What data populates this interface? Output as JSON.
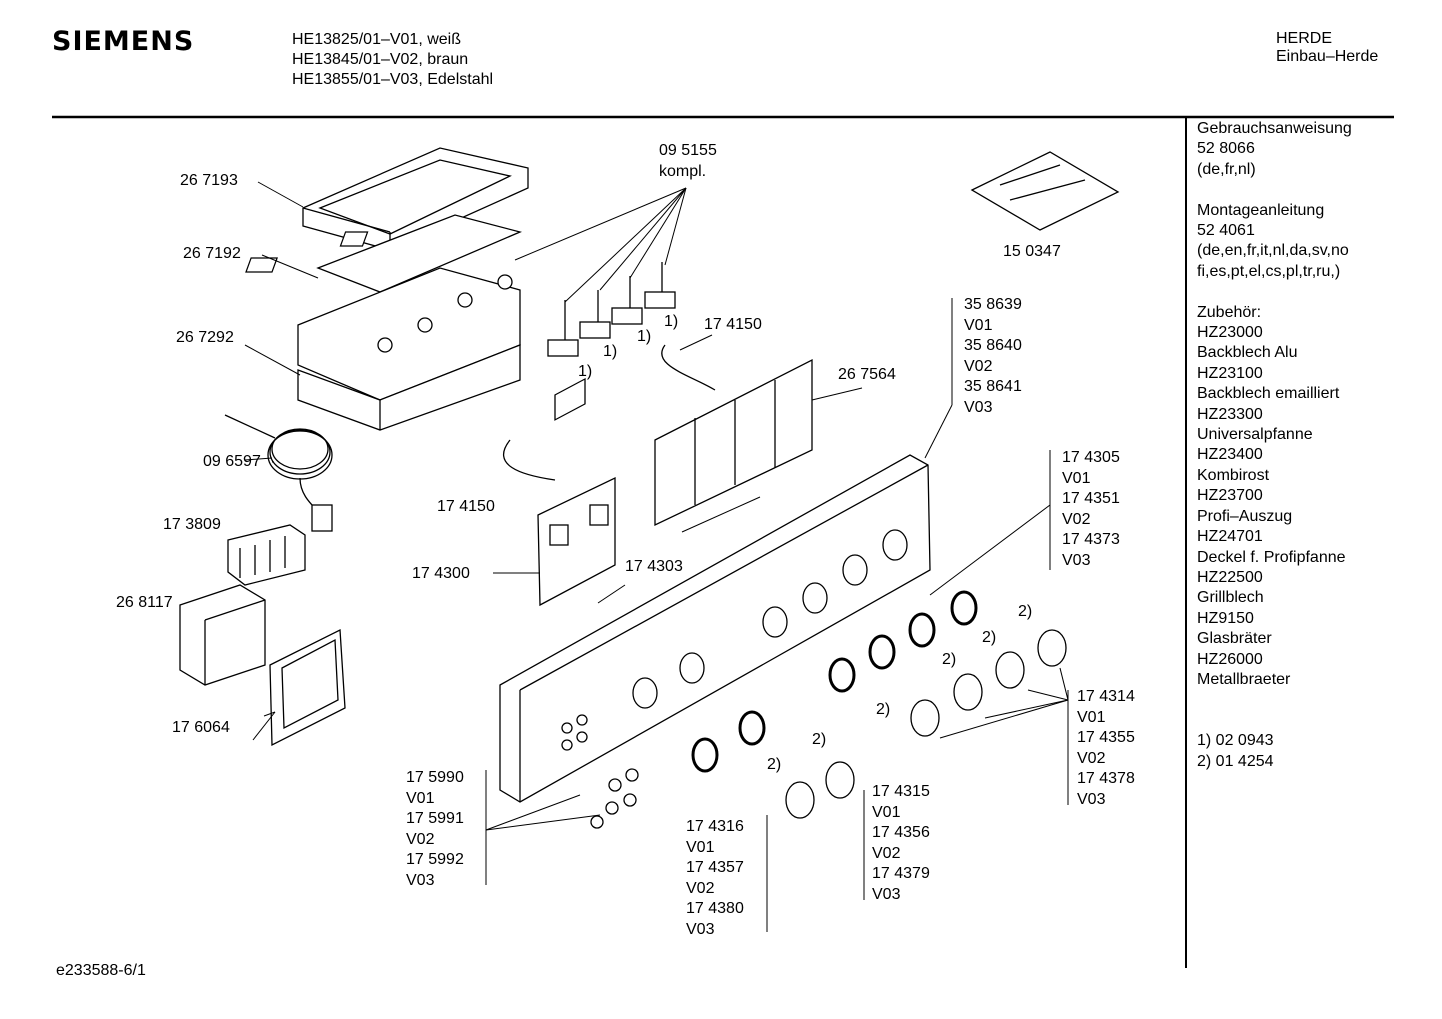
{
  "header": {
    "brand": "SIEMENS",
    "models": [
      "HE13825/01–V01, weiß",
      "HE13845/01–V02, braun",
      "HE13855/01–V03, Edelstahl"
    ],
    "category": [
      "HERDE",
      "Einbau–Herde"
    ]
  },
  "footer": {
    "code": "e233588-6/1"
  },
  "sidebar": {
    "blocks": [
      [
        "Gebrauchsanweisung",
        "52 8066",
        "(de,fr,nl)"
      ],
      [
        "Montageanleitung",
        "52 4061",
        "(de,en,fr,it,nl,da,sv,no",
        "fi,es,pt,el,cs,pl,tr,ru,)"
      ],
      [
        "Zubehör:",
        "HZ23000",
        "Backblech Alu",
        "HZ23100",
        "Backblech emailliert",
        "HZ23300",
        "Universalpfanne",
        "HZ23400",
        "Kombirost",
        "HZ23700",
        "Profi–Auszug",
        "HZ24701",
        "Deckel f. Profipfanne",
        "HZ22500",
        "Grillblech",
        "HZ9150",
        "Glasbräter",
        "HZ26000",
        "Metallbraeter"
      ],
      [
        "1) 02 0943",
        "2) 01 4254"
      ]
    ]
  },
  "parts": {
    "p267193": "26 7193",
    "p267192": "26 7192",
    "p267292": "26 7292",
    "p096597": "09 6597",
    "p173809": "17 3809",
    "p268117": "26 8117",
    "p176064": "17 6064",
    "p095155": "09 5155\nkompl.",
    "p150347": "15 0347",
    "p174150a": "17 4150",
    "p174150b": "17 4150",
    "p267564": "26 7564",
    "p174300": "17 4300",
    "p174303": "17 4303",
    "p358639": "35 8639\nV01\n35 8640\nV02\n35 8641\nV03",
    "p174305": "17 4305\nV01\n17 4351\nV02\n17 4373\nV03",
    "p174314": "17 4314\nV01\n17 4355\nV02\n17 4378\nV03",
    "p174315": "17 4315\nV01\n17 4356\nV02\n17 4379\nV03",
    "p174316": "17 4316\nV01\n17 4357\nV02\n17 4380\nV03",
    "p175990": "17 5990\nV01\n17 5991\nV02\n17 5992\nV03",
    "note1": "1)",
    "note2": "2)"
  }
}
